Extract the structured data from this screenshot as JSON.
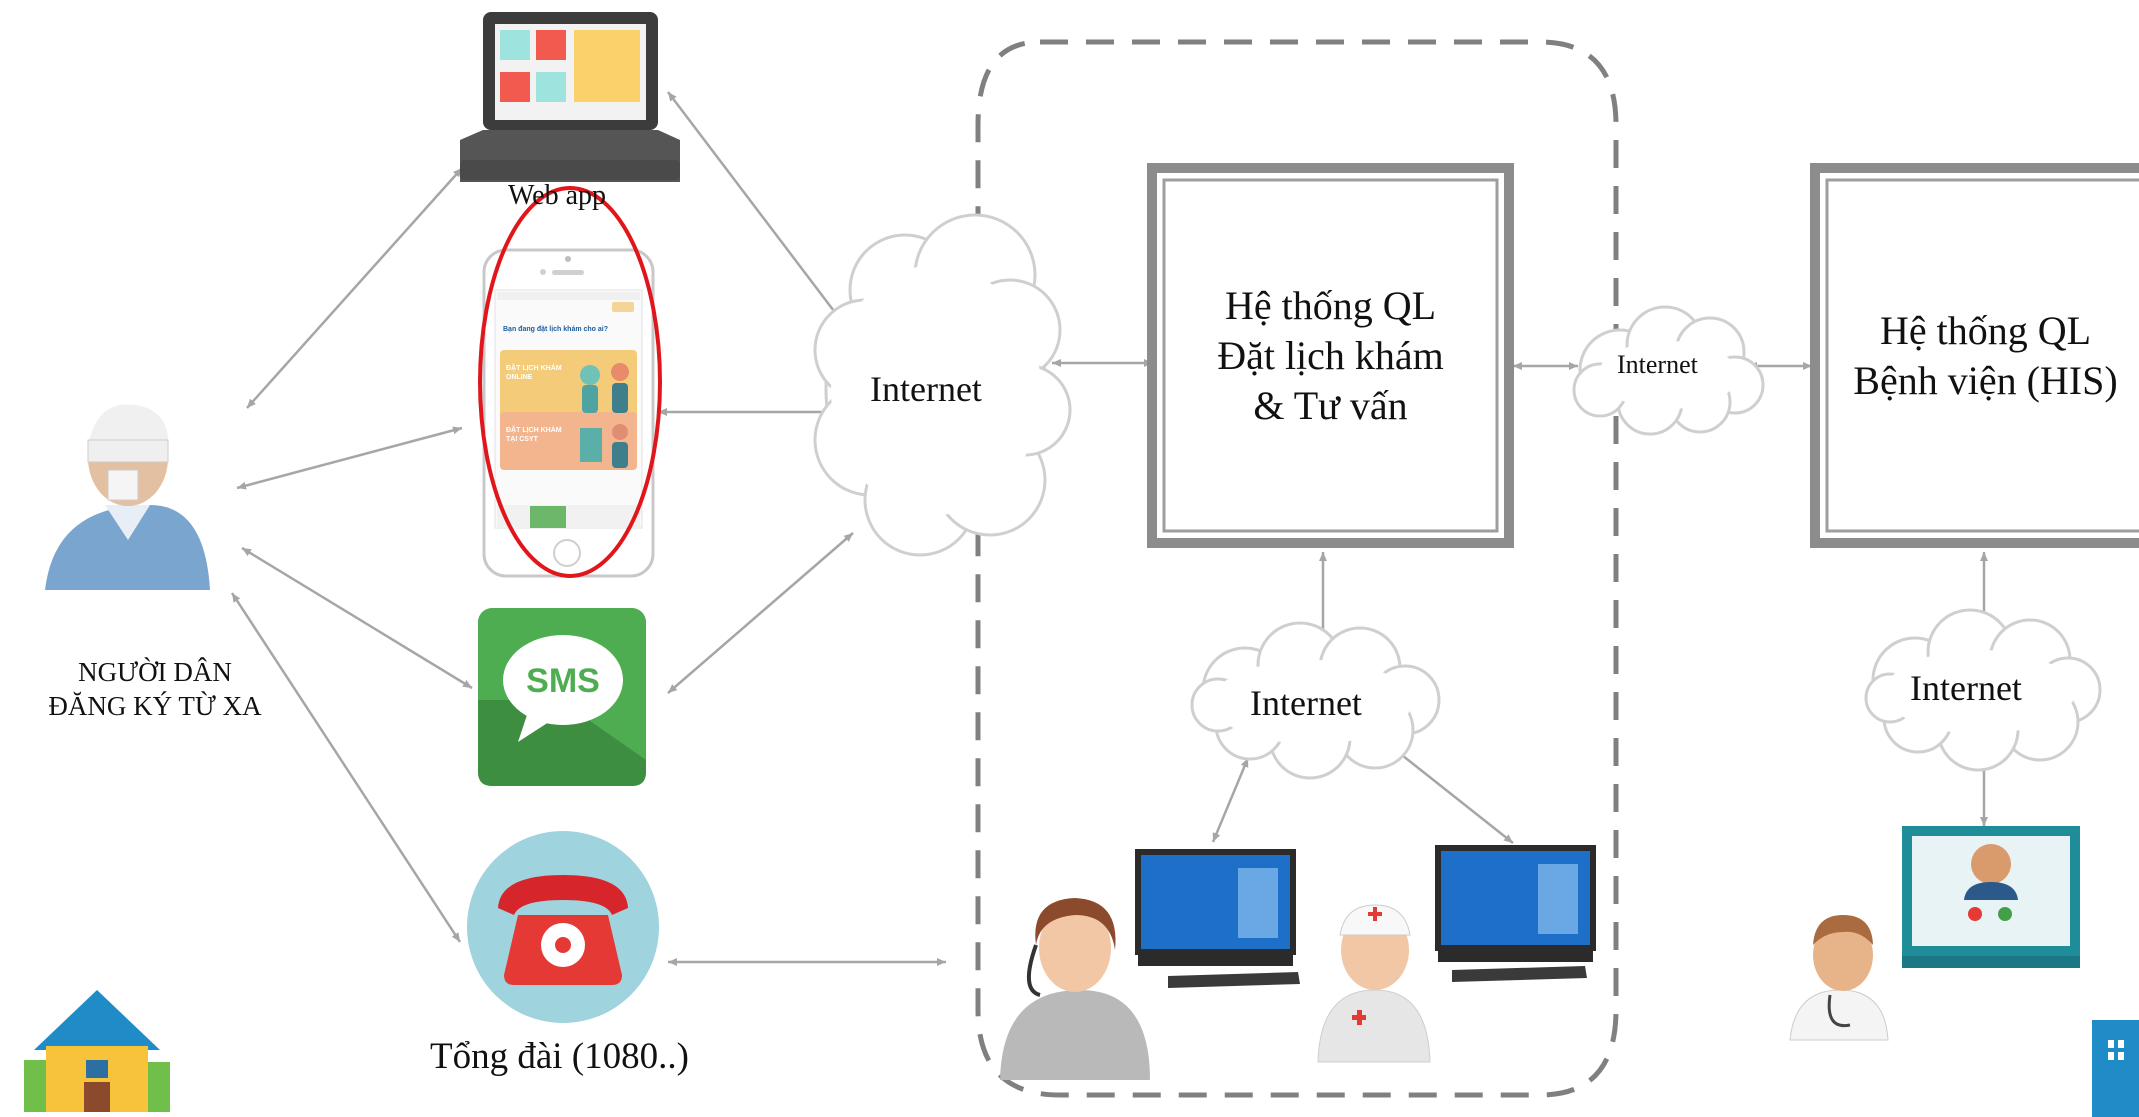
{
  "labels": {
    "web_app": "Web app",
    "citizen_line1": "NGƯỜI DÂN",
    "citizen_line2": "ĐĂNG KÝ TỪ XA",
    "hotline": "Tổng đài (1080..)",
    "sms": "SMS",
    "internet_main": "Internet",
    "internet_mid": "Internet",
    "internet_staff": "Internet",
    "internet_hospital": "Internet"
  },
  "boxes": {
    "booking_line1": "Hệ thống QL",
    "booking_line2": "Đặt lịch khám",
    "booking_line3": "& Tư vấn",
    "his_line1": "Hệ thống QL",
    "his_line2": "Bệnh viện (HIS)"
  },
  "phone_app": {
    "question": "Bạn đang đặt lịch khám cho ai?",
    "card1_line1": "ĐẶT LỊCH KHÁM",
    "card1_line2": "ONLINE",
    "card2_line1": "ĐẶT LỊCH KHÁM",
    "card2_line2": "TẠI CSYT"
  },
  "colors": {
    "arrow": "#a6a6a6",
    "highlight_ring": "#e0161b",
    "sms_green": "#4caf50",
    "phone_red": "#e53935",
    "box_border": "#8c8c8c"
  }
}
